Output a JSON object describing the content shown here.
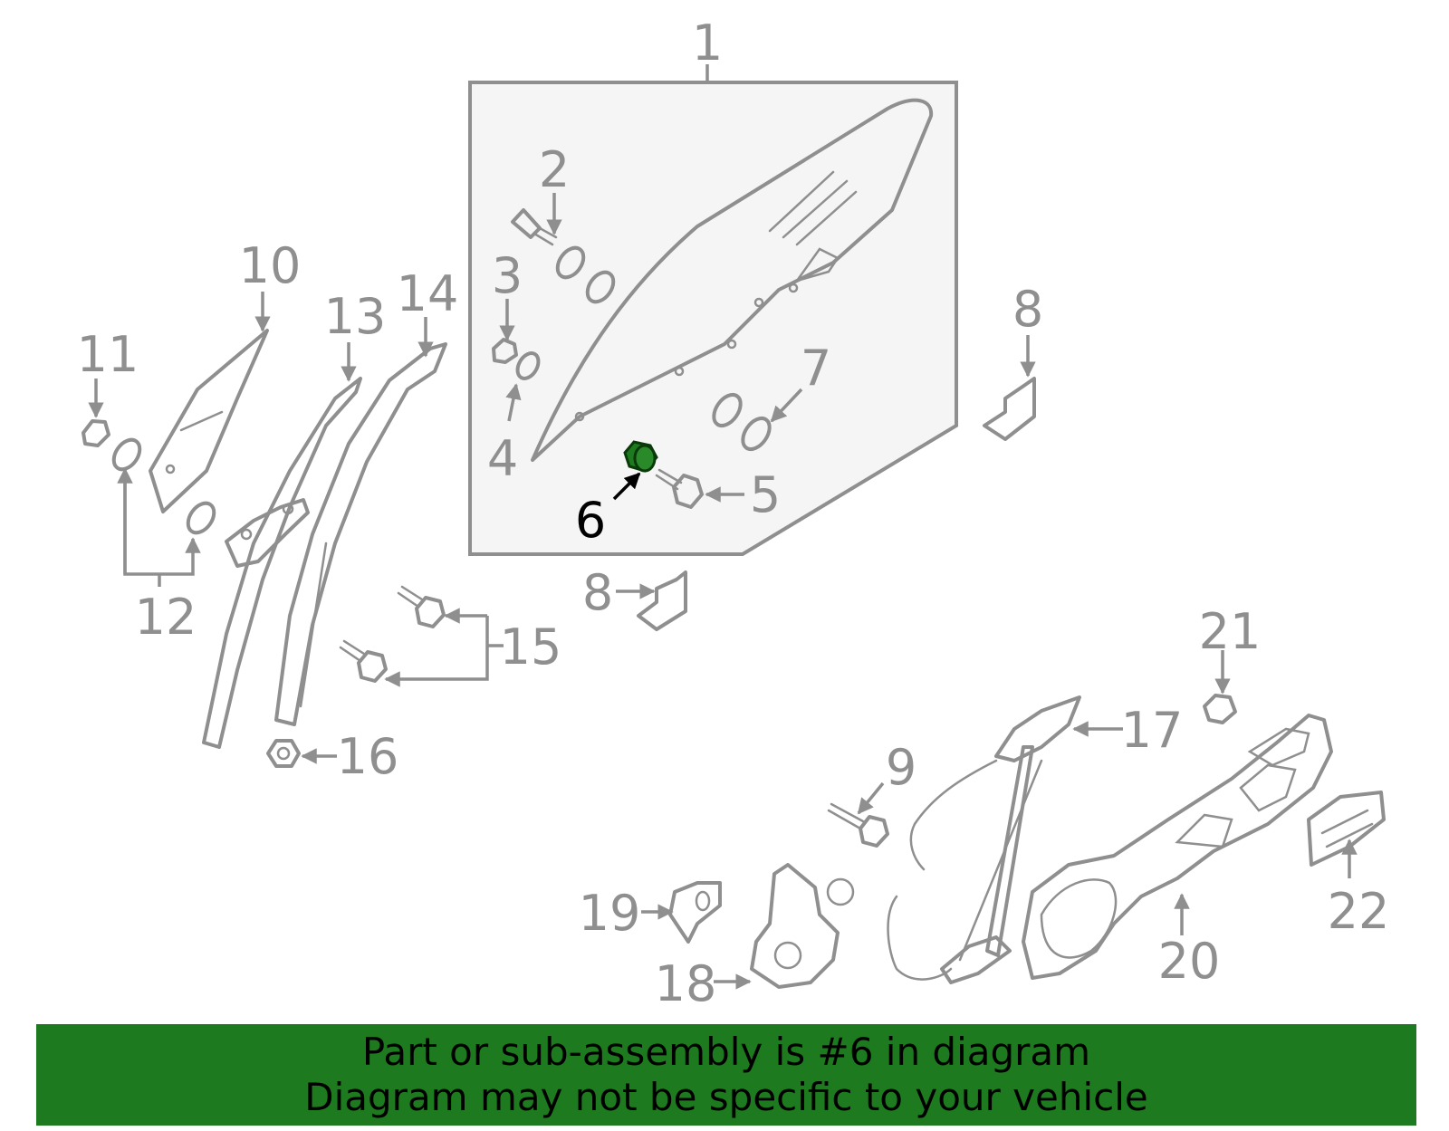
{
  "labels": {
    "l1": "1",
    "l2": "2",
    "l3": "3",
    "l4": "4",
    "l5": "5",
    "l6": "6",
    "l7": "7",
    "l8a": "8",
    "l8b": "8",
    "l9": "9",
    "l10": "10",
    "l11": "11",
    "l12": "12",
    "l13": "13",
    "l14": "14",
    "l15": "15",
    "l16": "16",
    "l17": "17",
    "l18": "18",
    "l19": "19",
    "l20": "20",
    "l21": "21",
    "l22": "22"
  },
  "highlight": {
    "part_number": "6",
    "color": "#1e7a1e"
  },
  "banner": {
    "line1": "Part or sub-assembly is #6 in diagram",
    "line2": "Diagram may not be specific to your vehicle"
  },
  "colors": {
    "line": "#8f8f8f",
    "box_fill": "#f5f5f5",
    "banner_bg": "#1e7a1e"
  }
}
